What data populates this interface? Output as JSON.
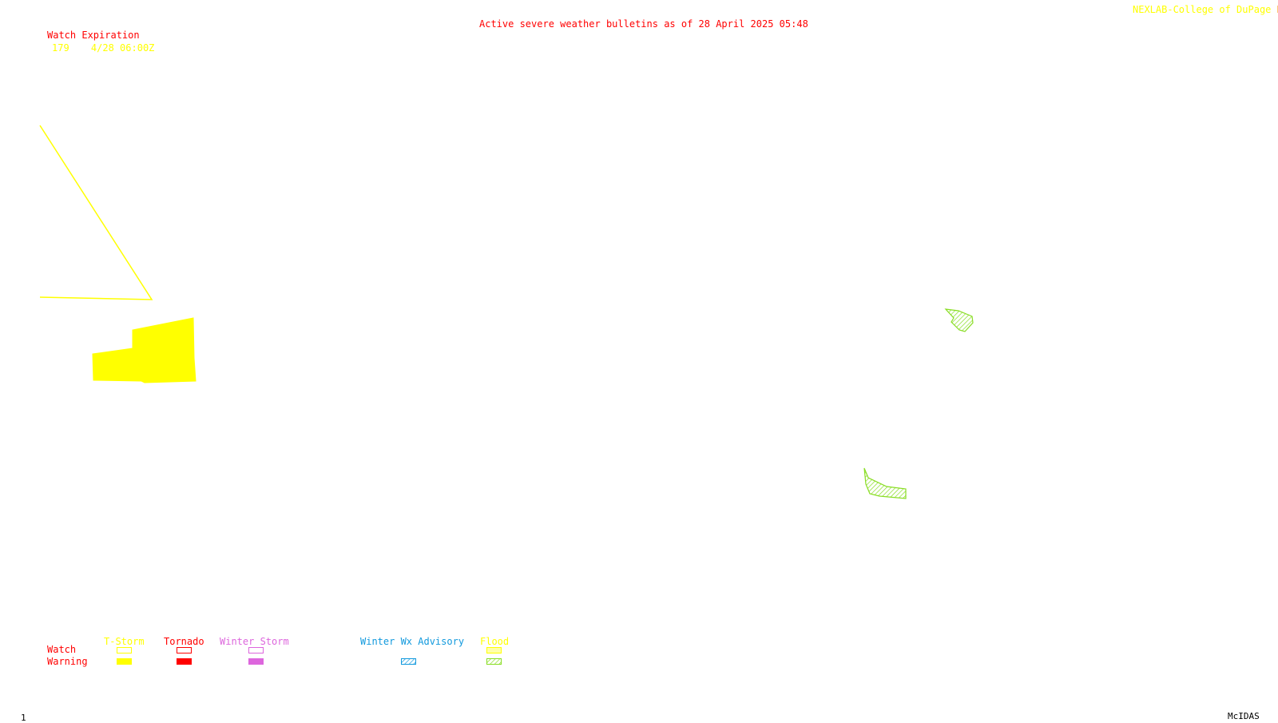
{
  "header": {
    "title": "Active severe weather bulletins as of 28 April 2025 05:48",
    "source": "NEXLAB-College of DuPage",
    "source_suffix": "R"
  },
  "watch_table": {
    "heading": "Watch Expiration",
    "rows": [
      {
        "number": "179",
        "expiration": "4/28 06:00Z"
      }
    ]
  },
  "legend": {
    "row_labels": {
      "watch": "Watch",
      "warning": "Warning"
    },
    "categories": [
      {
        "label": "T-Storm",
        "color": "#ffff00",
        "warning_style": "solid"
      },
      {
        "label": "Tornado",
        "color": "#ff0000",
        "warning_style": "solid"
      },
      {
        "label": "Winter Storm",
        "color": "#dd66dd",
        "warning_style": "solid"
      },
      {
        "label": "Winter Wx Advisory",
        "color": "#1199dd",
        "warning_style": "hatched"
      },
      {
        "label": "Flood",
        "color": "#88dd22",
        "warning_style": "hatched"
      }
    ]
  },
  "footer": {
    "frame_number": "1",
    "software": "McIDAS"
  },
  "colors": {
    "alert_red": "#ff0000",
    "watch_yellow": "#ffff00",
    "flood_green": "#88dd22",
    "background": "#ffffff"
  }
}
